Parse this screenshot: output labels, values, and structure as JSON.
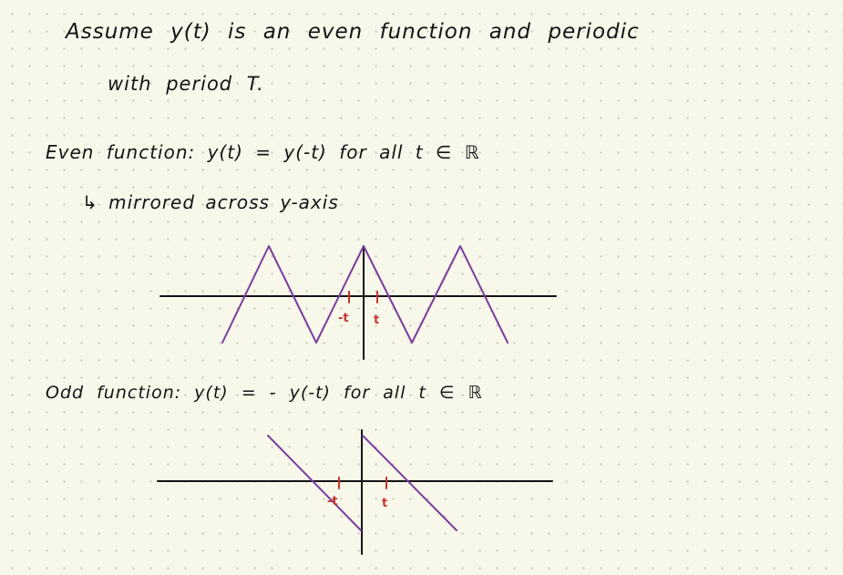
{
  "notes": {
    "line1": "Assume y(t) is an even function and periodic",
    "line2": "with period T.",
    "even_definition": "Even function: y(t) = y(-t) for all t ∈ ℝ",
    "even_comment": "↳ mirrored across y-axis",
    "odd_definition": "Odd function: y(t) = - y(-t) for all t ∈ ℝ"
  },
  "even_graph": {
    "tick_labels": [
      "-t",
      "t"
    ]
  },
  "odd_graph": {
    "tick_labels": [
      "-t",
      "t"
    ]
  },
  "colors": {
    "ink": "#141414",
    "curve": "#7a3e9d",
    "marker": "#c8322b",
    "paper": "#f7f7ea",
    "grid_dot": "#c9c9bb"
  }
}
